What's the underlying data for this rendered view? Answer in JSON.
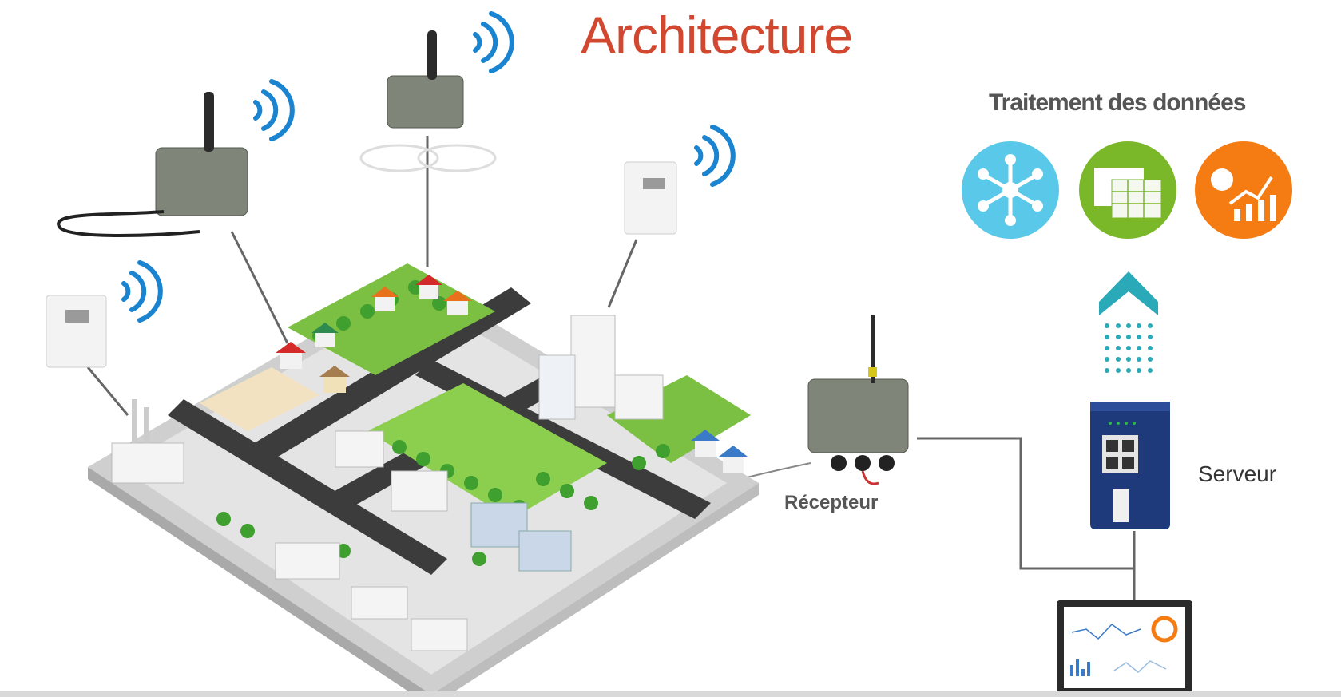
{
  "title": "Architecture",
  "data_processing": {
    "heading": "Traitement des données",
    "icons": [
      "network-hub-icon",
      "spreadsheet-icon",
      "analytics-chart-icon"
    ]
  },
  "receiver_label": "Récepteur",
  "server_label": "Serveur",
  "colors": {
    "title": "#d2472f",
    "network": "#5ac8e8",
    "spreadsheet": "#7ab829",
    "analytics": "#f57c12",
    "upload_arrow": "#2aa9b8",
    "server": "#1e3a7a"
  }
}
